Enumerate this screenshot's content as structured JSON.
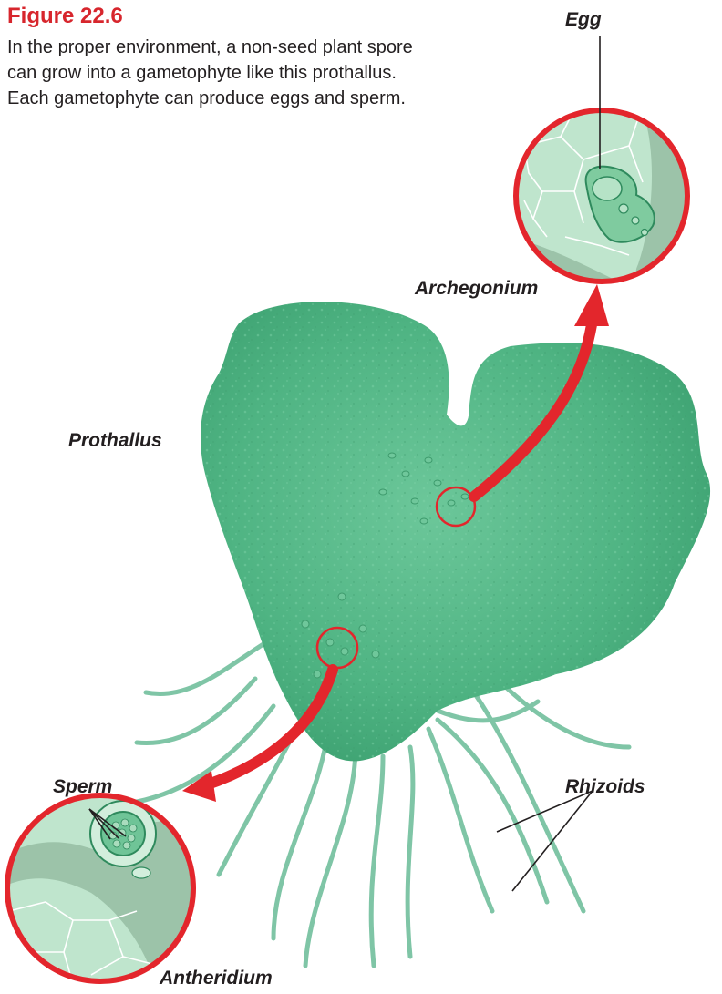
{
  "figure": {
    "title": "Figure 22.6",
    "caption": "In the proper environment, a non-seed plant spore can grow into a gametophyte like this prothallus. Each gametophyte can produce eggs and sperm."
  },
  "labels": {
    "egg": "Egg",
    "archegonium": "Archegonium",
    "prothallus": "Prothallus",
    "sperm": "Sperm",
    "rhizoids": "Rhizoids",
    "antheridium": "Antheridium"
  },
  "colors": {
    "title_red": "#d7262d",
    "arrow_red": "#e3262c",
    "prothallus_green": "#4fb483",
    "cell_light": "#bfe5cd",
    "cell_dark": "#9cc3a9",
    "rhizoid": "#7fc5a6"
  }
}
